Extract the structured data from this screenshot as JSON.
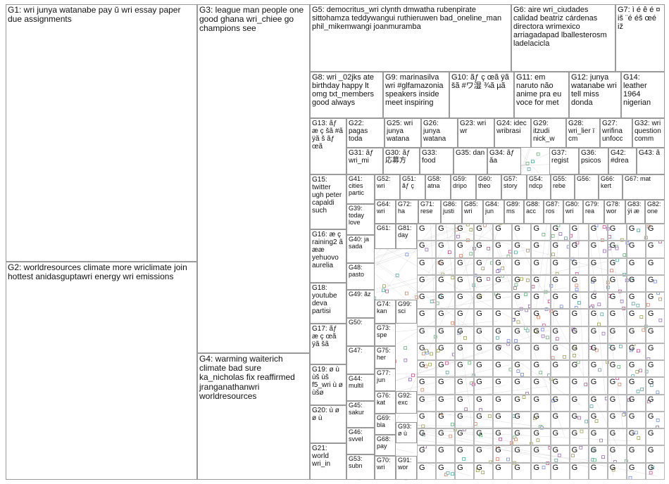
{
  "groups": {
    "g1": "G1: wri junya watanabe pay ŭ wri essay paper due assignments",
    "g2": "G2: worldresources climate more wriclimate join hottest anidasguptawri energy wri emissions",
    "g3": "G3: league man people one good ghana wri_chiee go champions see",
    "g4": "G4: warming waiterich climate bad sure ka_nicholas fix reaffirmed jranganathanwri worldresources",
    "g5": "G5: democritus_wri clynth dmwatha rubenpirate sittohamza teddywangui ruthieruwen bad_oneline_man phil_mikemwangi joanmuramba",
    "g6": "G6: aire wri_ciudades calidad beatriz cárdenas directora wrimexico arriagadapad lballesterosm ladelacicla",
    "g7": "G7: ì é ê é ¤ iš ¨é éš œé iž",
    "g8": "G8: wri _02jks ate birthday happy lt omg txt_members good always",
    "g9": "G9: marinasilva wri #glfamazonia speakers inside meet inspiring",
    "g10": "G10: ãƒ ç œã ÿã šã #ワ湿 ¾ã µã",
    "g11": "G11: em naruto não anime pra eu voce for met",
    "g12": "G12: junya watanabe wri tell miss donda",
    "g14": "G14: leather 1964 nigerian",
    "g13": "G13: ãƒ æ ç šã #ã ÿã š ãƒ œã",
    "g22": "G22: pagas toda",
    "g25": "G25: wri junya watana",
    "g26": "G26: junya watana",
    "g23": "G23: wri wr",
    "g24": "G24: idec wribrasi",
    "g29": "G29: itzudi nick_w",
    "g28": "G28: wri_lier ï cm",
    "g27": "G27: wrifina unfocc",
    "g32": "G32: wri question comm",
    "g31": "G31: ãƒ wri_mi",
    "g30": "G30: ãƒ 応募方",
    "g33": "G33: food",
    "g35": "G35: dan",
    "g34": "G34: ãƒ ãa",
    "g37": "G37: regist",
    "g36": "G36: psicos",
    "g42": "G42: #drea",
    "g43": "G43: ã",
    "g15": "G15: twitter ugh peter capaldi such",
    "g41": "G41: cities partic",
    "g52": "G52: wri",
    "g51": "G51: ãƒ ç",
    "g58": "G58: atna",
    "g59": "G59: dripo",
    "g60": "G60: theo",
    "g57": "G57: story",
    "g54": "G54: ndcp",
    "g55": "G55: rebe",
    "g56": "G56:",
    "g66": "G66: kert",
    "g67": "G67: mat",
    "g64": "G64: wri",
    "g72": "G72: ha",
    "g71": "G71: rese",
    "g86": "G86: justi",
    "g85": "G85: wri",
    "g84": "G84: jun",
    "g89": "G89: ms",
    "g88": "G88: acc",
    "g87": "G87: ros",
    "g80": "G80: wri",
    "g79": "G79: rea",
    "g78": "G78: wor",
    "g83": "G83: ÿi æ",
    "g82": "G82: one",
    "g39": "G39: today love",
    "g16": "G16: æ ç raining2 ã ææ yehuovo aurelia",
    "g40": "G40: ja sada",
    "g48": "G48: pasto",
    "g61": "G61:",
    "g81": "G81: day",
    "g18": "G18: youtube deva partisi",
    "g49": "G49: ãz",
    "g74": "G74: kan",
    "g99": "G99: sci",
    "g50": "G50:",
    "g73": "G73: spe",
    "g17": "G17: ãƒ æ ç œã ÿã šã",
    "g47": "G47:",
    "g75": "G75: her",
    "g19": "G19: ø ù ùš ùš f5_wri ù ø ùšø",
    "g44": "G44: multil",
    "g77": "G77: jun",
    "g76": "G76: kat",
    "g20": "G20: ù ø ø ù",
    "g45": "G45: sakur",
    "g92": "G92: exc",
    "g69": "G69: bla",
    "g46": "G46: svvel",
    "g68": "G68: pay",
    "g93": "G93: ø ù",
    "g21": "G21: world wri_in",
    "g53": "G53: subn",
    "g70": "G70: wri",
    "g91": "G91: wor",
    "tiny": "G"
  },
  "colors": {
    "g1": "#3a3a7a",
    "g2": "#1e6fb0",
    "g3": "#1f5a2a",
    "g4": "#3aa02a",
    "g5": "#b02020",
    "edge": "#9a9a9a"
  }
}
